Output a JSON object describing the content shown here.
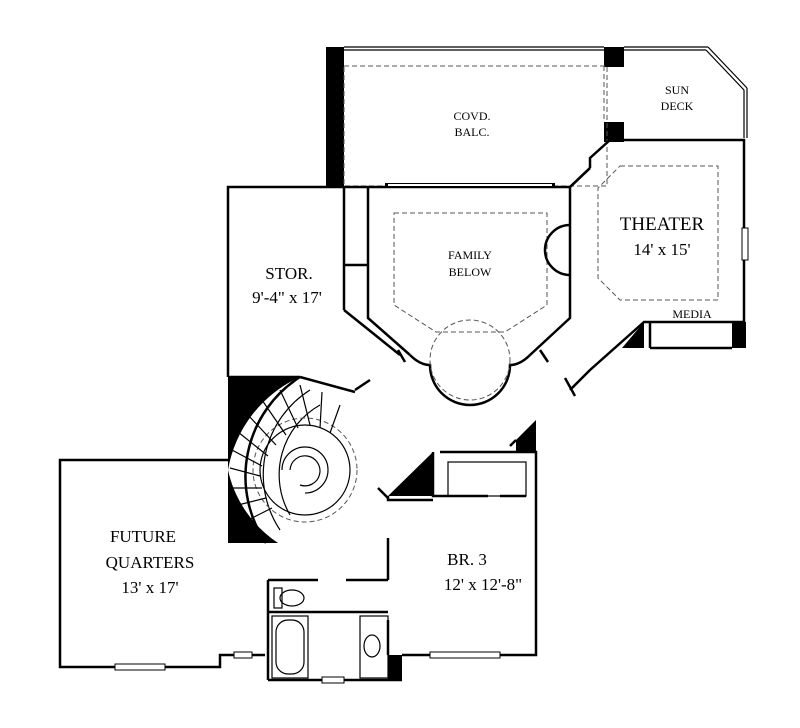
{
  "rooms": {
    "covd_balc": {
      "line1": "COVD.",
      "line2": "BALC."
    },
    "sun_deck": {
      "line1": "SUN",
      "line2": "DECK"
    },
    "theater": {
      "name": "THEATER",
      "size": "14' x 15'"
    },
    "family_below": {
      "line1": "FAMILY",
      "line2": "BELOW"
    },
    "stor": {
      "name": "STOR.",
      "size": "9'-4\" x 17'"
    },
    "media": {
      "name": "MEDIA"
    },
    "future_quarters": {
      "line1": "FUTURE",
      "line2": "QUARTERS",
      "size": "13' x 17'"
    },
    "br3": {
      "name": "BR. 3",
      "size": "12' x 12'-8\""
    }
  }
}
